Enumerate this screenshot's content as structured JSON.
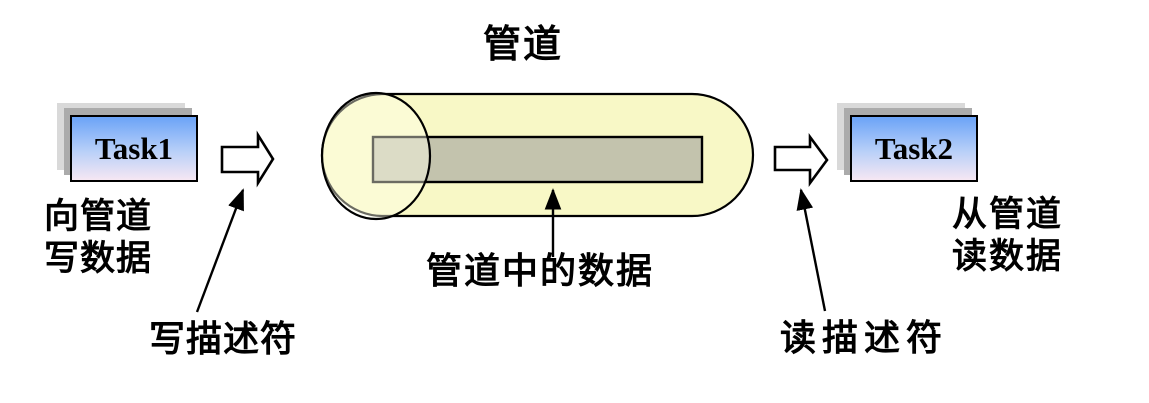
{
  "diagram": {
    "title": "管道",
    "tasks": {
      "task1": {
        "label": "Task1",
        "caption": "向管道\n写数据"
      },
      "task2": {
        "label": "Task2",
        "caption": "从管道\n读数据"
      }
    },
    "labels": {
      "pipe_data": "管道中的数据",
      "write_descriptor": "写描述符",
      "read_descriptor": "读描述符"
    },
    "colors": {
      "pipe-fill": "#f8f8c6",
      "pipe-mouth-fill": "rgba(255,255,234,0.42)",
      "data-fill": "#c3c3ad",
      "task-gradient-top": "#6ba3f7",
      "task-gradient-mid": "#b9d0f8",
      "task-gradient-bottom": "#f6e7f3",
      "shadow-near": "#ababab",
      "shadow-far": "#d9d9d9",
      "outline": "#000000"
    }
  }
}
